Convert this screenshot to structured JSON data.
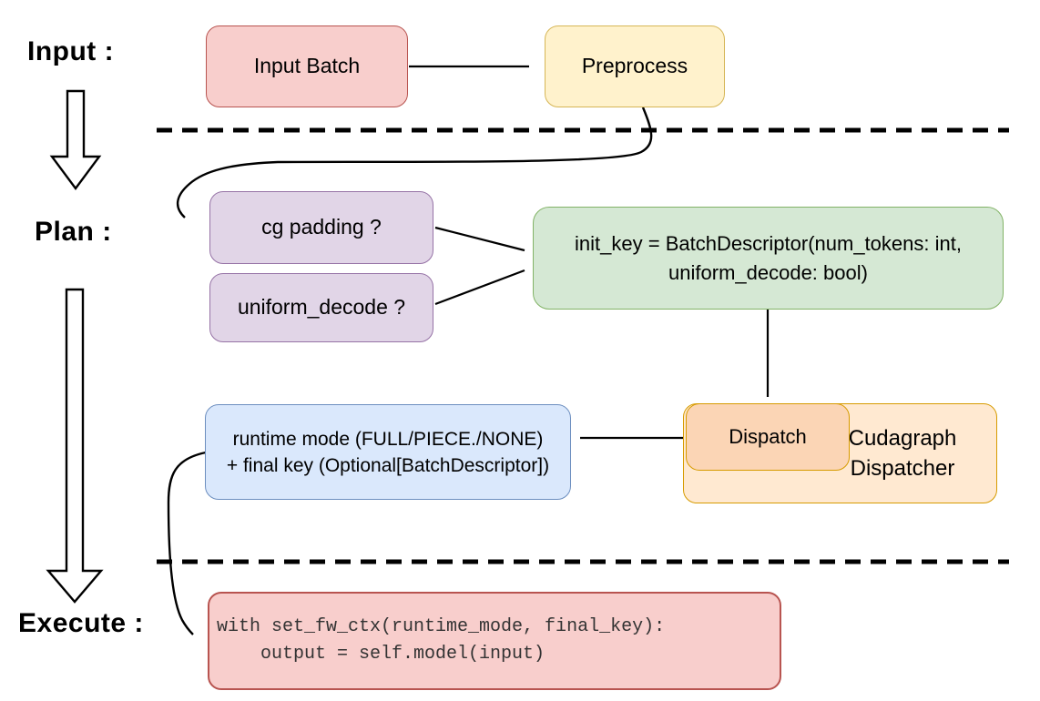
{
  "stages": {
    "input": {
      "label": "Input :"
    },
    "plan": {
      "label": "Plan :"
    },
    "execute": {
      "label": "Execute :"
    }
  },
  "nodes": {
    "input_batch": {
      "label": "Input Batch"
    },
    "preprocess": {
      "label": "Preprocess"
    },
    "cg_padding": {
      "label": "cg padding ?"
    },
    "uniform_decode": {
      "label": "uniform_decode ?"
    },
    "init_key": {
      "line1": "init_key = BatchDescriptor(num_tokens: int,",
      "line2": "uniform_decode: bool)"
    },
    "dispatch": {
      "label": "Dispatch"
    },
    "cudagraph_dispatcher": {
      "line1": "Cudagraph",
      "line2": "Dispatcher"
    },
    "runtime_result": {
      "line1": "runtime mode (FULL/PIECE./NONE)",
      "line2": "+ final key (Optional[BatchDescriptor])"
    },
    "execute_code": {
      "line1": "with set_fw_ctx(runtime_mode, final_key):",
      "line2": "    output = self.model(input)"
    }
  },
  "colors": {
    "red_fill": "#f8cecc",
    "red_stroke": "#b85450",
    "yellow_fill": "#fff2cc",
    "yellow_stroke": "#d6b656",
    "purple_fill": "#e1d5e7",
    "purple_stroke": "#9673a6",
    "green_fill": "#d5e8d4",
    "green_stroke": "#82b366",
    "orange_fill": "#ffe9d1",
    "orange_inner_fill": "#fbd5b5",
    "orange_stroke": "#d79b00",
    "blue_fill": "#dae8fc",
    "blue_stroke": "#6c8ebf",
    "connector": "#000000",
    "code_text": "#333333"
  }
}
